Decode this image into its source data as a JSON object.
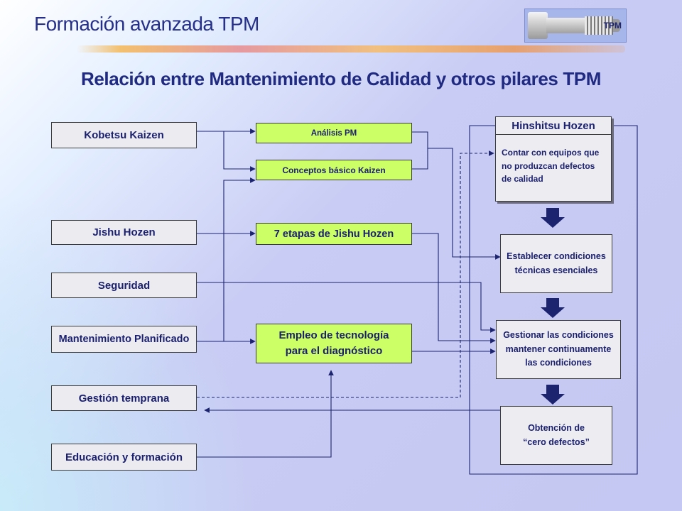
{
  "header": {
    "title": "Formación avanzada TPM",
    "logo_label": "TPM"
  },
  "subtitle": "Relación entre Mantenimiento de Calidad y otros pilares TPM",
  "pillars": {
    "kobetsu": "Kobetsu Kaizen",
    "jishu": "Jishu Hozen",
    "seguridad": "Seguridad",
    "planificado": "Mantenimiento Planificado",
    "temprana": "Gestión temprana",
    "educacion": "Educación y formación"
  },
  "tools": {
    "analisis": "Análisis PM",
    "conceptos": "Conceptos básico Kaizen",
    "etapas": "7 etapas de Jishu Hozen",
    "empleo_line1": "Empleo de tecnología",
    "empleo_line2": "para el diagnóstico"
  },
  "hinshitsu": {
    "title": "Hinshitsu Hozen",
    "body_line1": "Contar con equipos que",
    "body_line2": "no produzcan defectos",
    "body_line3": "de calidad"
  },
  "steps": {
    "establecer_line1": "Establecer condiciones",
    "establecer_line2": "técnicas esenciales",
    "gestionar_line1": "Gestionar las condiciones",
    "gestionar_line2": "mantener continuamente",
    "gestionar_line3": "las condiciones",
    "obtencion_line1": "Obtención de",
    "obtencion_line2": "“cero defectos”"
  },
  "colors": {
    "title": "#26308a",
    "text": "#1a1f6e",
    "tool_box": "#ccff66",
    "pillar_box": "#ebebf0",
    "arrow_fill": "#1c2470"
  }
}
